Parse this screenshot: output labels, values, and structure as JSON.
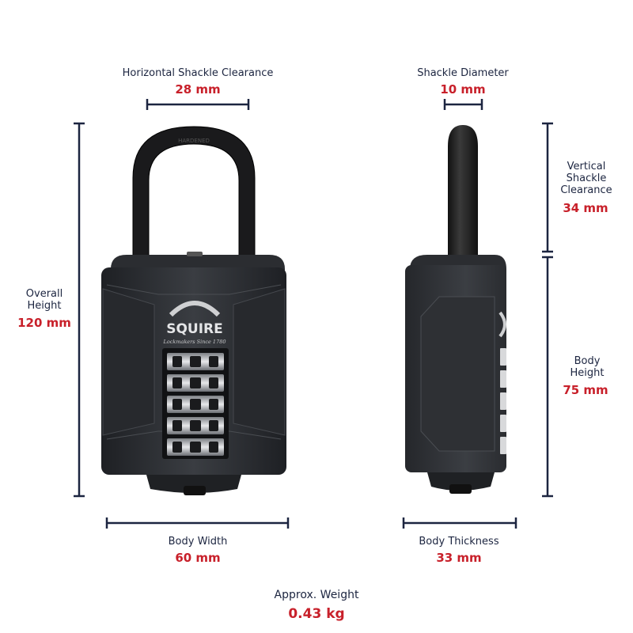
{
  "brand": {
    "logo_text": "SQUIRE",
    "tagline": "Lockmakers Since 1780"
  },
  "dimensions": {
    "horizontal_shackle_clearance": {
      "label": "Horizontal Shackle Clearance",
      "value": "28 mm"
    },
    "shackle_diameter": {
      "label": "Shackle Diameter",
      "value": "10 mm"
    },
    "vertical_shackle_clearance": {
      "label_line1": "Vertical",
      "label_line2": "Shackle",
      "label_line3": "Clearance",
      "value": "34 mm"
    },
    "overall_height": {
      "label_line1": "Overall",
      "label_line2": "Height",
      "value": "120 mm"
    },
    "body_height": {
      "label_line1": "Body",
      "label_line2": "Height",
      "value": "75 mm"
    },
    "body_width": {
      "label": "Body Width",
      "value": "60 mm"
    },
    "body_thickness": {
      "label": "Body Thickness",
      "value": "33 mm"
    },
    "weight": {
      "label": "Approx. Weight",
      "value": "0.43 kg"
    }
  },
  "colors": {
    "label": "#1c2540",
    "value": "#c8202a",
    "dimension_line": "#1c2540",
    "lock_body": "#2a2c30"
  }
}
